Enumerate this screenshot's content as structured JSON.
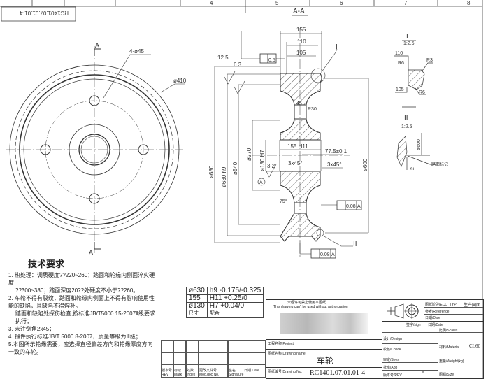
{
  "frame": {
    "zones": [
      "4",
      "5",
      "6",
      "7",
      "8"
    ],
    "rotated_code": "RC1401.07.01.01-4"
  },
  "front_view": {
    "section_mark": "A",
    "holes_label": "4-ø45",
    "bolt_circle": "ø410"
  },
  "section_view": {
    "title": "A-A",
    "dims": {
      "d155": "155",
      "d110": "110",
      "d105": "105",
      "flat": "0.5",
      "ra125": "12.5",
      "ra63": "6.3",
      "ra32": "3.2",
      "d680": "ø680",
      "d630": "ø630 h9",
      "d540": "ø540",
      "d270": "ø270",
      "d130": "ø130 H7",
      "d600": "ø600",
      "bore": "155 H11",
      "offset": "77.5±0.1",
      "chamfer1": "3x45°",
      "chamfer2": "3x45°",
      "d45": "45",
      "r30": "R30",
      "angle": "75°",
      "runout1": "0.08",
      "runout2": "0.08",
      "datum": "A",
      "detail1": "I",
      "detail2": "II"
    }
  },
  "detail_views": {
    "d1": {
      "label": "I",
      "scale": "1:2.5",
      "d110": "110",
      "r6a": "R6",
      "r3": "R3",
      "d105": "105",
      "r6b": "R6"
    },
    "d2": {
      "label": "II",
      "scale": "1:2.5",
      "d600": "ø600",
      "d2": "2",
      "note": "踏面标记"
    }
  },
  "notes": {
    "heading": "技术要求",
    "items": [
      "1. 热处理：调质硬度??220~260；踏面和轮缘内侧面淬火硬度",
      "??300~380；踏面深度20??处硬度不小于??260。",
      "2. 车轮不得有裂纹，踏面和轮缘内侧面上不得有影响使用性能的缺陷，且缺陷不得焊补。",
      "踏面和缺陷处探伤检查,按标准JB/T5000.15-2007Ⅱ级要求执行；",
      "3. 未注倒角2x45；",
      "4. 锻件执行标准JB/T 5000.8-2007，质量等级为Ⅲ级；",
      "5.本图所示轮缘需要，应选择直径偏差方向和轮缘厚度方向一致的车轮。"
    ]
  },
  "tolerance_table": {
    "rows": [
      [
        "ø630",
        "h9 -0.175/-0.325"
      ],
      [
        "155",
        "H11 +0.25/0"
      ],
      [
        "ø130",
        "H7 +0.04/0"
      ]
    ],
    "footer": [
      "尺寸",
      "配合"
    ]
  },
  "title_block": {
    "warning_cn": "未经许可禁止使用本图纸",
    "warning_en": "This drawing can't be used without authorization",
    "project": "工程名称 Project",
    "drawing_name_label": "图纸名称 Drawing name",
    "drawing_name": "车轮",
    "drawing_no_label": "图纸编号 Drawing No.",
    "drawing_no": "RC1401.07.01.01-4",
    "stage_label": "图纸阶段/ECO_TYP",
    "stage": "生产図面",
    "ref": "参考/Reference",
    "date": "日期/Date",
    "sign": "签字/sign",
    "date2": "日期/Date",
    "design": "设计/Design",
    "check": "校核/Check",
    "review": "审定/Sees",
    "approve": "批准/App",
    "sheet_label": "版本号/REV",
    "sheet": "A",
    "scale": "比例/Scales",
    "material_label": "材料/Material",
    "material": "CL60",
    "weight": "重量/Weight(kg)",
    "size": "图幅/Size"
  },
  "revision_table": {
    "headers": [
      "版本号 REV",
      "标记 Mark",
      "处数 Index",
      "更改文件号 Mod.doc.No.",
      "签名 Signature",
      "日期 Date"
    ]
  }
}
